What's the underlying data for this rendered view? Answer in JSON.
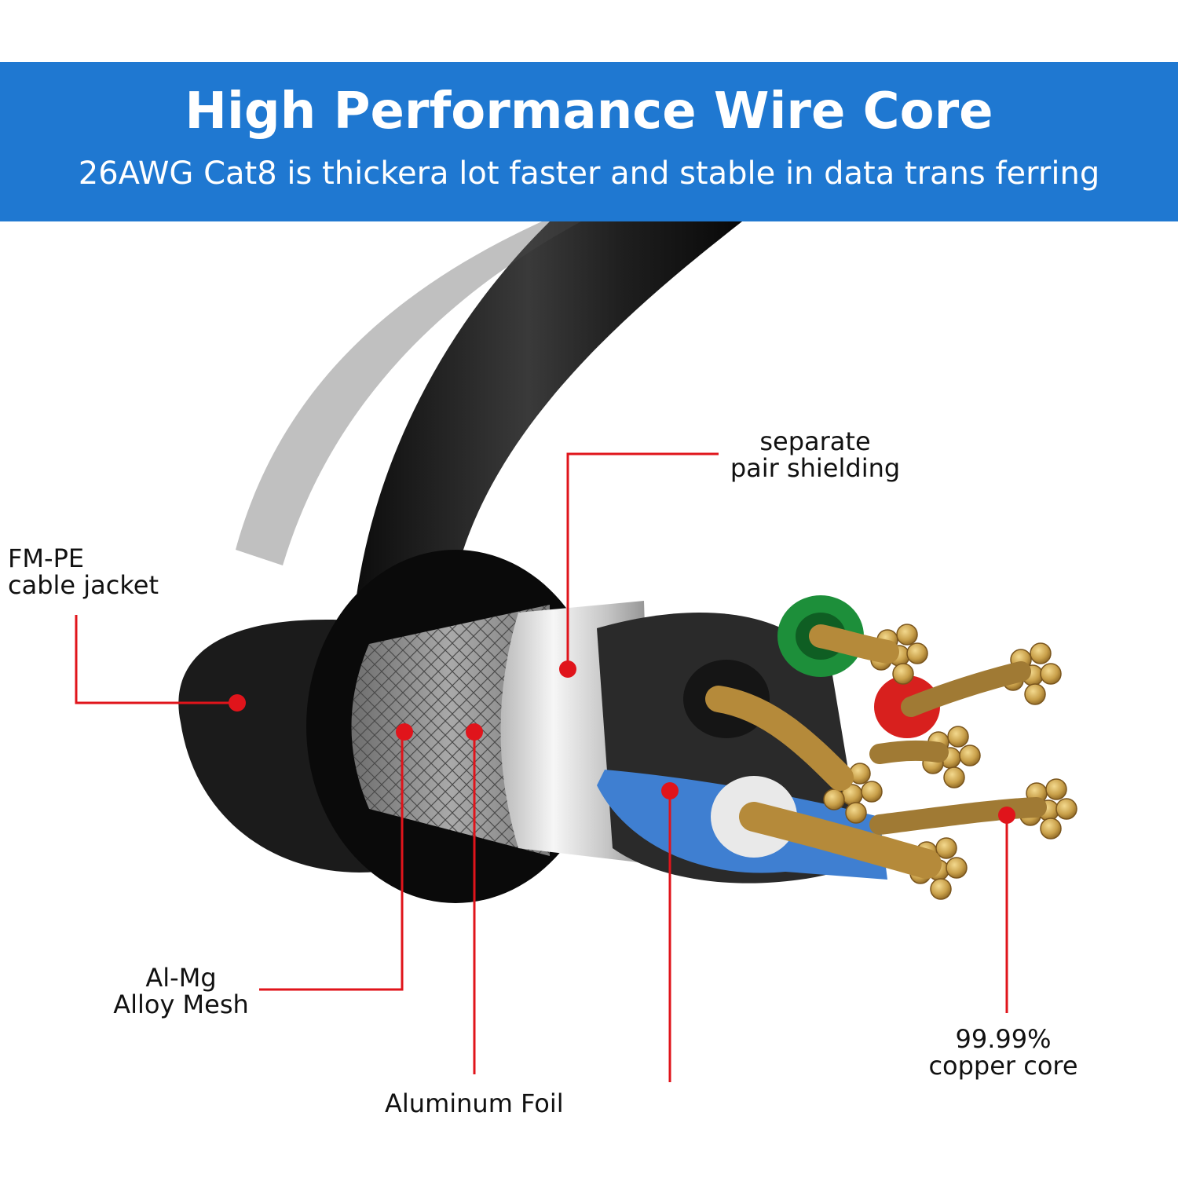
{
  "banner": {
    "title": "High Performance Wire Core",
    "subtitle": "26AWG Cat8 is thickera lot faster and stable in data trans ferring",
    "color": "#1f78d1"
  },
  "callouts": {
    "jacket": {
      "line1": "FM-PE",
      "line2": "cable jacket"
    },
    "pair_shielding": {
      "line1": "separate",
      "line2": "pair shielding"
    },
    "mesh": {
      "line1": "Al-Mg",
      "line2": "Alloy Mesh"
    },
    "foil": {
      "line1": "Aluminum Foil"
    },
    "copper": {
      "line1": "99.99%",
      "line2": "copper core"
    }
  },
  "colors": {
    "leader": "#e0141b",
    "cable_jacket": "#1a1a1a",
    "copper": "#c9a04a",
    "pair_green": "#1d8f3a",
    "pair_red": "#d8201e",
    "pair_blue": "#3f7fd1",
    "pair_white": "#e9e9e9"
  }
}
